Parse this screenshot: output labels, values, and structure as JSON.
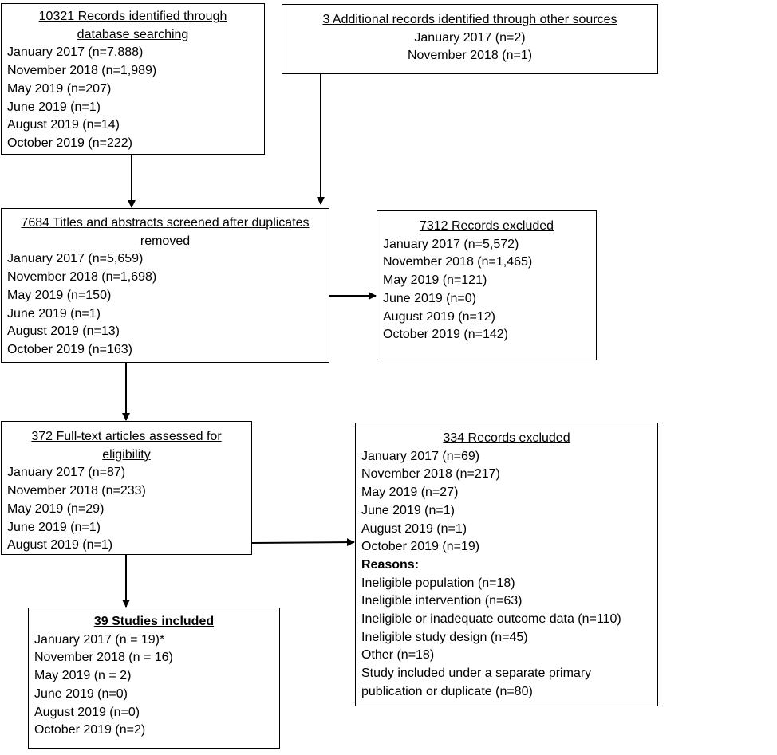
{
  "boxes": {
    "database": {
      "title": [
        "10321 Records identified through",
        "database searching"
      ],
      "lines": [
        "January 2017 (n=7,888)",
        "November 2018 (n=1,989)",
        "May 2019 (n=207)",
        "June 2019 (n=1)",
        "August 2019 (n=14)",
        "October 2019 (n=222)"
      ]
    },
    "additional": {
      "title": [
        "3 Additional records identified through other sources"
      ],
      "lines": [
        "January 2017 (n=2)",
        "November 2018 (n=1)"
      ]
    },
    "screened": {
      "title": [
        "7684 Titles and abstracts screened after duplicates",
        "removed"
      ],
      "lines": [
        "January 2017 (n=5,659)",
        "November 2018 (n=1,698)",
        "May 2019 (n=150)",
        "June 2019 (n=1)",
        "August 2019 (n=13)",
        "October 2019 (n=163)"
      ]
    },
    "excluded1": {
      "title": [
        "7312 Records excluded"
      ],
      "lines": [
        "January 2017 (n=5,572)",
        "November 2018 (n=1,465)",
        "May 2019 (n=121)",
        "June 2019 (n=0)",
        "August 2019 (n=12)",
        "October 2019 (n=142)"
      ]
    },
    "fulltext": {
      "title": [
        "372 Full-text articles assessed for",
        "eligibility"
      ],
      "lines": [
        "January 2017 (n=87)",
        "November 2018 (n=233)",
        "May 2019 (n=29)",
        "June 2019 (n=1)",
        "August 2019 (n=1)"
      ]
    },
    "excluded2": {
      "title": [
        "334 Records excluded"
      ],
      "lines": [
        "January 2017 (n=69)",
        "November 2018 (n=217)",
        "May 2019 (n=27)",
        "June 2019 (n=1)",
        "August 2019 (n=1)",
        "October 2019 (n=19)"
      ],
      "reasons_heading": "Reasons:",
      "reasons": [
        "Ineligible population (n=18)",
        "Ineligible intervention (n=63)",
        "Ineligible or inadequate outcome data (n=110)",
        "Ineligible study design (n=45)",
        "Other (n=18)",
        "Study included under a separate primary",
        "publication or duplicate (n=80)"
      ]
    },
    "included": {
      "title": [
        "39 Studies included"
      ],
      "lines": [
        "January 2017 (n = 19)*",
        "November 2018 (n = 16)",
        "May 2019 (n = 2)",
        "June 2019 (n=0)",
        "August 2019 (n=0)",
        "October 2019 (n=2)"
      ]
    }
  }
}
